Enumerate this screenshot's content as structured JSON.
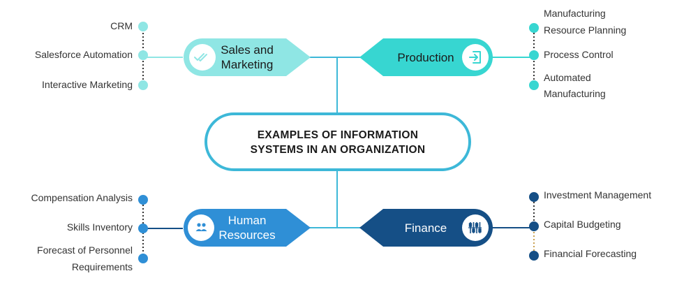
{
  "center": {
    "line1": "EXAMPLES OF INFORMATION",
    "line2": "SYSTEMS IN AN ORGANIZATION"
  },
  "colors": {
    "sales": "#8fe6e4",
    "production": "#37d6d1",
    "hr": "#2f8fd6",
    "finance": "#154f86",
    "connector": "#3db8d8"
  },
  "branches": {
    "sales": {
      "line1": "Sales and",
      "line2": "Marketing",
      "icon": "double-check-icon",
      "items": [
        "CRM",
        "Salesforce Automation",
        "Interactive Marketing"
      ]
    },
    "production": {
      "label": "Production",
      "icon": "login-arrow-icon",
      "items": [
        {
          "line1": "Manufacturing",
          "line2": "Resource Planning"
        },
        {
          "line1": "Process Control"
        },
        {
          "line1": "Automated",
          "line2": "Manufacturing"
        }
      ]
    },
    "hr": {
      "line1": "Human",
      "line2": "Resources",
      "icon": "people-icon",
      "items": [
        {
          "line1": "Compensation Analysis"
        },
        {
          "line1": "Skills Inventory"
        },
        {
          "line1": "Forecast of Personnel",
          "line2": "Requirements"
        }
      ]
    },
    "finance": {
      "label": "Finance",
      "icon": "abacus-icon",
      "items": [
        "Investment Management",
        "Capital Budgeting",
        "Financial Forecasting"
      ]
    }
  }
}
